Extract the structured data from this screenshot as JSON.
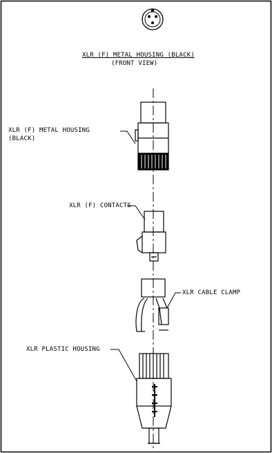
{
  "front_view": {
    "title": "XLR (F) METAL HOUSING (BLACK)",
    "subtitle": "(FRONT VIEW)"
  },
  "labels": {
    "metal_housing_line1": "XLR (F) METAL HOUSING",
    "metal_housing_line2": "(BLACK)",
    "contacts": "XLR (F) CONTACTS",
    "cable_clamp": "XLR CABLE CLAMP",
    "plastic_housing": "XLR PLASTIC HOUSING"
  },
  "colors": {
    "line": "#000000",
    "background": "#ffffff"
  }
}
